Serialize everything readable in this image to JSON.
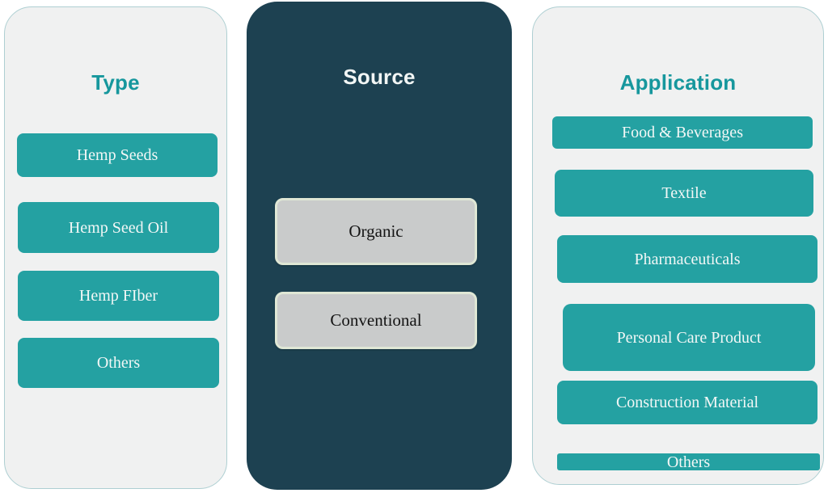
{
  "diagram": {
    "colors": {
      "teal_button": "#24A1A2",
      "teal_title_text": "#16979D",
      "dark_panel": "#1D4151",
      "light_panel": "#F0F1F1",
      "light_panel_border": "#AECFD2",
      "gray_button": "#C9CBCB",
      "gray_button_border": "#DFE7D5",
      "button_text_light": "#F2F7F6",
      "button_text_dark": "#141414",
      "background": "#FFFFFF"
    },
    "columns": [
      {
        "id": "type",
        "title": "Type",
        "theme": "light",
        "items": [
          {
            "label": "Hemp Seeds"
          },
          {
            "label": "Hemp Seed Oil"
          },
          {
            "label": "Hemp FIber"
          },
          {
            "label": "Others"
          }
        ]
      },
      {
        "id": "source",
        "title": "Source",
        "theme": "dark",
        "items": [
          {
            "label": "Organic"
          },
          {
            "label": "Conventional"
          }
        ]
      },
      {
        "id": "application",
        "title": "Application",
        "theme": "light",
        "items": [
          {
            "label": "Food & Beverages"
          },
          {
            "label": "Textile"
          },
          {
            "label": "Pharmaceuticals"
          },
          {
            "label": "Personal Care Product"
          },
          {
            "label": "Construction Material"
          },
          {
            "label": "Others"
          }
        ]
      }
    ]
  }
}
